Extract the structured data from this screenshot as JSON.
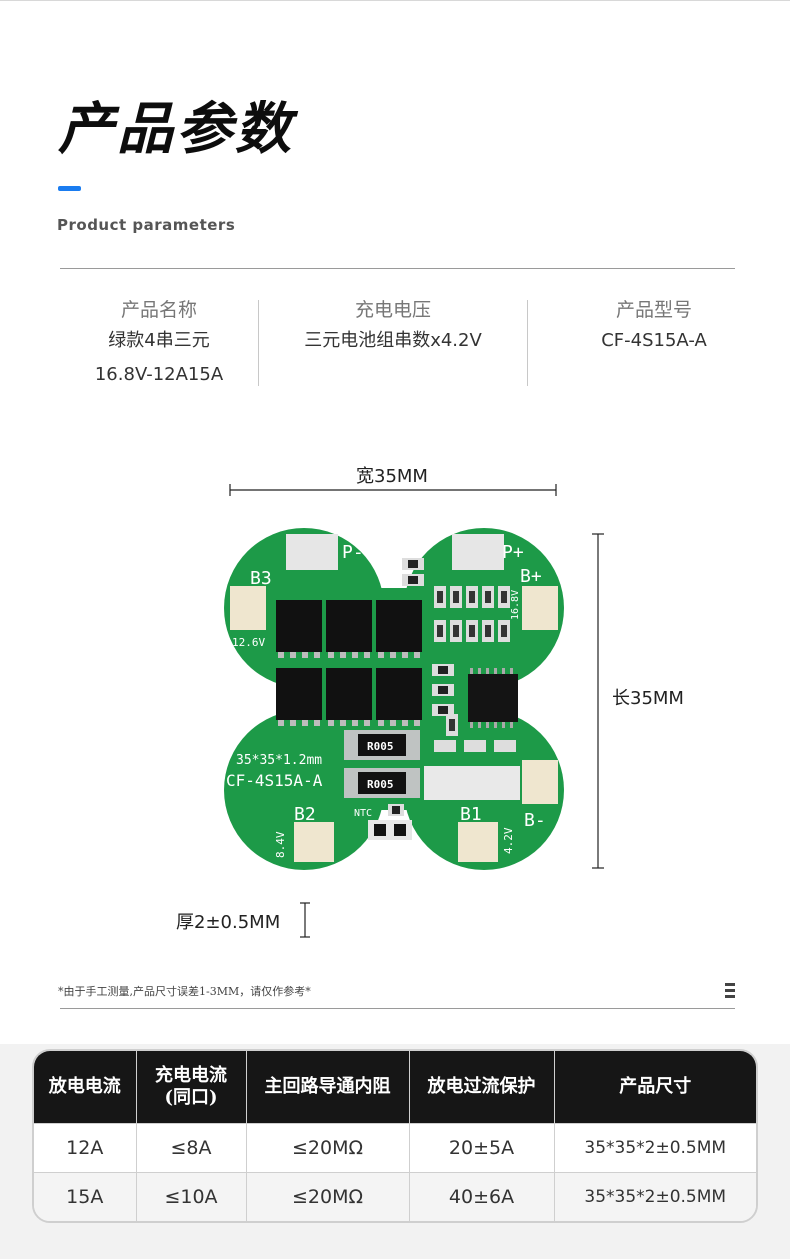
{
  "header": {
    "title": "产品参数",
    "subtitle": "Product parameters",
    "accent_color": "#1a7cf0"
  },
  "specs": [
    {
      "label": "产品名称",
      "value_lines": [
        "绿款4串三元",
        "16.8V-12A15A"
      ]
    },
    {
      "label": "充电电压",
      "value_lines": [
        "三元电池组串数x4.2V"
      ]
    },
    {
      "label": "产品型号",
      "value_lines": [
        "CF-4S15A-A"
      ]
    }
  ],
  "dimensions": {
    "width_label": "宽35MM",
    "length_label": "长35MM",
    "thickness_label": "厚2±0.5MM"
  },
  "board": {
    "color": "#1d9a48",
    "pads": {
      "p_minus": "P-",
      "p_plus": "P+",
      "b3": "B3",
      "b_plus": "B+",
      "b2": "B2",
      "b1": "B1",
      "b_minus": "B-"
    },
    "silkscreen": {
      "v126": "12.6V",
      "v168": "16.8V",
      "v84": "8.4V",
      "v42": "4.2V",
      "size": "35*35*1.2mm",
      "model": "CF-4S15A-A",
      "ntc": "NTC"
    },
    "shunt_text": "R005"
  },
  "note": "*由于手工测量,产品尺寸误差1-3MM，请仅作参考*",
  "table": {
    "headers": [
      [
        "放电电流"
      ],
      [
        "充电电流",
        "(同口)"
      ],
      [
        "主回路导通内阻"
      ],
      [
        "放电过流保护"
      ],
      [
        "产品尺寸"
      ]
    ],
    "rows": [
      [
        "12A",
        "≤8A",
        "≤20MΩ",
        "20±5A",
        "35*35*2±0.5MM"
      ],
      [
        "15A",
        "≤10A",
        "≤20MΩ",
        "40±6A",
        "35*35*2±0.5MM"
      ]
    ]
  }
}
